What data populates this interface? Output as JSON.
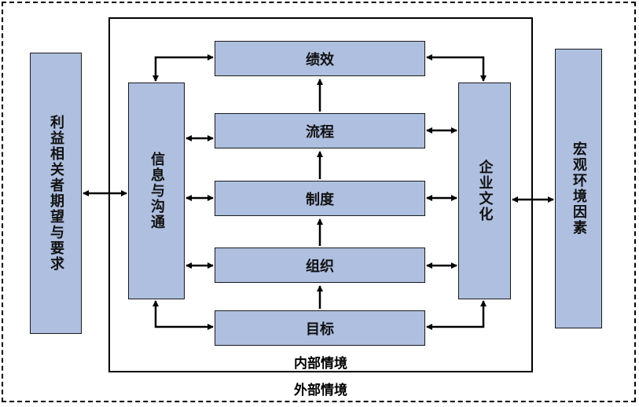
{
  "outer": {
    "label": "外部情境"
  },
  "inner": {
    "label": "内部情境"
  },
  "boxes": {
    "stakeholders": "利益相关者期望与要求",
    "info": "信息与沟通",
    "performance": "绩效",
    "process": "流程",
    "system": "制度",
    "organization": "组织",
    "goal": "目标",
    "culture": "企业文化",
    "macro": "宏观环境因素"
  },
  "colors": {
    "box_fill": "#aebfe0",
    "border": "#1a1a1a"
  }
}
